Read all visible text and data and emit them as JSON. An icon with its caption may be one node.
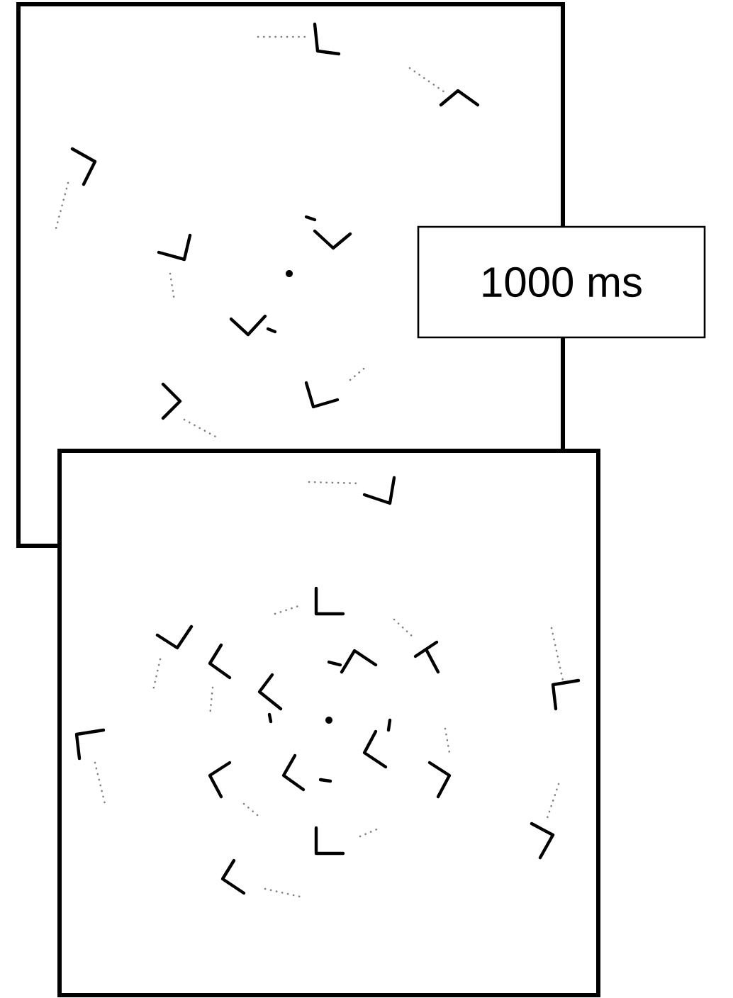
{
  "diagram": {
    "nodes": [
      {
        "text": [],
        "shape": "picture"
      },
      {
        "text": [
          "1000 ms"
        ]
      },
      {
        "text": [],
        "shape": "picture"
      }
    ]
  }
}
